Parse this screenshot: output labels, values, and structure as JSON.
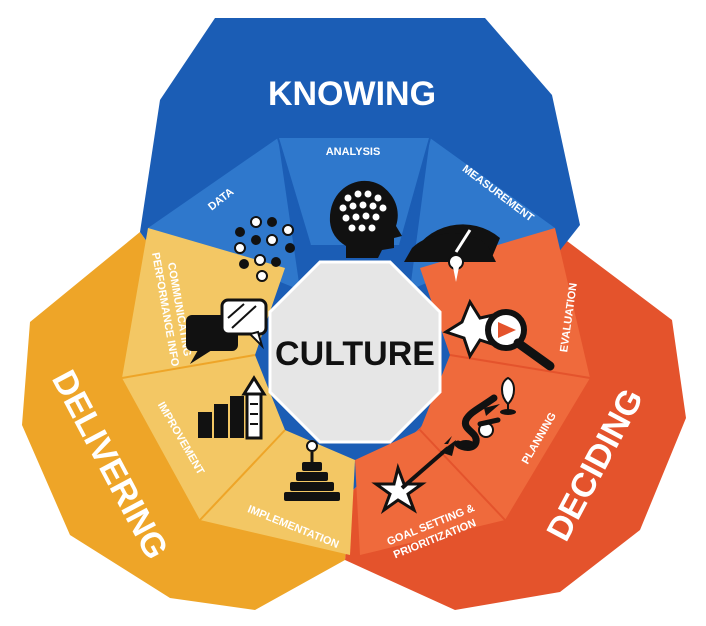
{
  "colors": {
    "knowing": "#1b5db5",
    "knowing_light": "#2f78cc",
    "deciding": "#e4532c",
    "deciding_light": "#ef6a3c",
    "delivering": "#eea528",
    "delivering_light": "#f3c764",
    "center": "#e6e6e6"
  },
  "knowing": {
    "title": "KNOWING",
    "segments": [
      "DATA",
      "ANALYSIS",
      "MEASUREMENT"
    ],
    "icons": [
      "dots-network-icon",
      "head-brain-icon",
      "gauge-icon"
    ]
  },
  "deciding": {
    "title": "DECIDING",
    "segments": [
      "EVALUATION",
      "PLANNING",
      "GOAL SETTING &",
      "PRIORITIZATION"
    ],
    "icons": [
      "magnifier-star-icon",
      "route-pin-icon",
      "dart-star-icon"
    ]
  },
  "delivering": {
    "title": "DELIVERING",
    "segments": [
      "COMMUNICATING",
      "PERFORMANCE INFO",
      "IMPROVEMENT",
      "IMPLEMENTATION"
    ],
    "icons": [
      "speech-bubbles-icon",
      "bar-arrow-icon",
      "stacked-rings-icon"
    ]
  },
  "center": {
    "label": "CULTURE"
  }
}
